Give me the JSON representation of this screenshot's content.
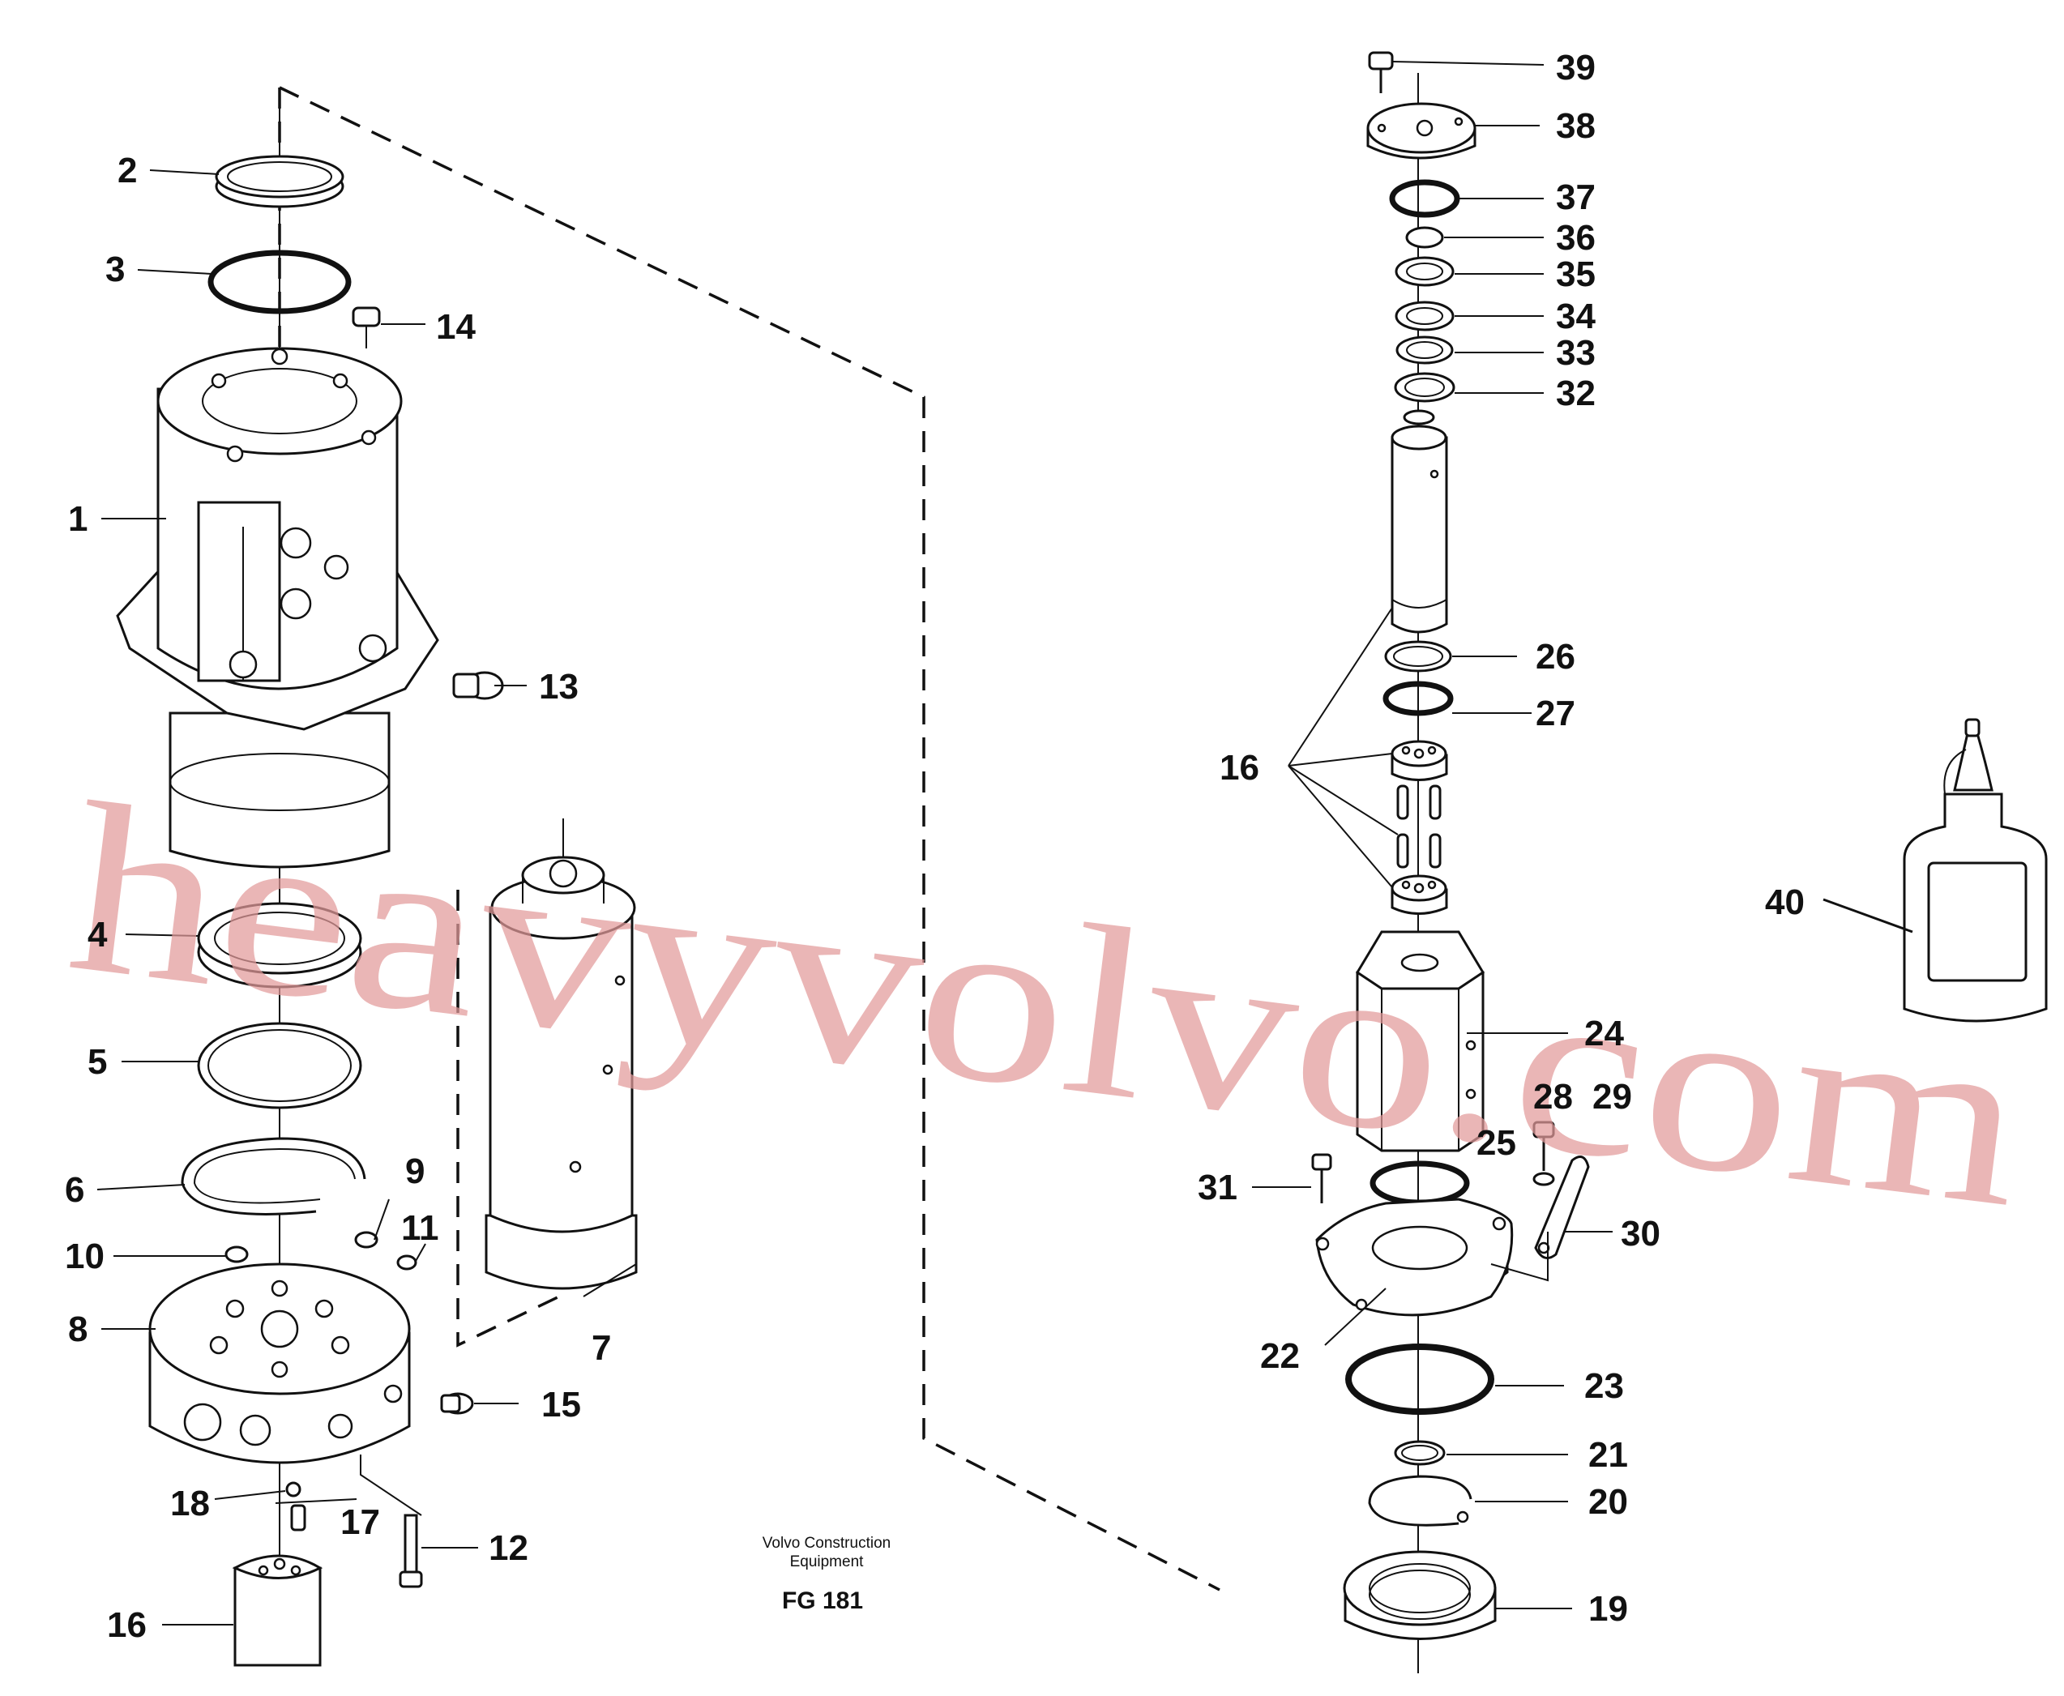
{
  "diagram": {
    "watermark": "heavyvolvo.com",
    "credit_line1": "Volvo Construction",
    "credit_line2": "Equipment",
    "figure_code": "FG 181",
    "callouts": [
      "1",
      "2",
      "3",
      "4",
      "5",
      "6",
      "7",
      "8",
      "9",
      "10",
      "11",
      "12",
      "13",
      "14",
      "15",
      "16",
      "17",
      "18",
      "16",
      "19",
      "20",
      "21",
      "22",
      "23",
      "24",
      "25",
      "26",
      "27",
      "28",
      "29",
      "30",
      "31",
      "32",
      "33",
      "34",
      "35",
      "36",
      "37",
      "38",
      "39",
      "40"
    ]
  }
}
